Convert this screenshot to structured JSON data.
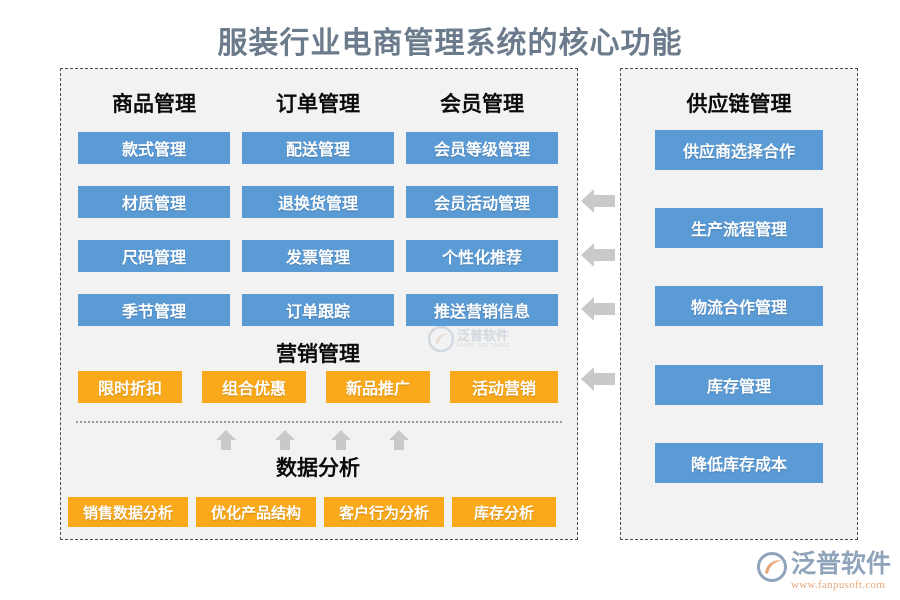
{
  "title": "服装行业电商管理系统的核心功能",
  "colors": {
    "title": "#6b7b8c",
    "blue": "#5b9bd5",
    "orange": "#f9a919",
    "panel_bg": "#f2f2f2",
    "panel_border": "#4d4d4d",
    "arrow": "#c9c9c9"
  },
  "left_panel": {
    "columns": [
      {
        "heading": "商品管理",
        "items": [
          "款式管理",
          "材质管理",
          "尺码管理",
          "季节管理"
        ]
      },
      {
        "heading": "订单管理",
        "items": [
          "配送管理",
          "退换货管理",
          "发票管理",
          "订单跟踪"
        ]
      },
      {
        "heading": "会员管理",
        "items": [
          "会员等级管理",
          "会员活动管理",
          "个性化推荐",
          "推送营销信息"
        ]
      }
    ],
    "marketing": {
      "heading": "营销管理",
      "items": [
        "限时折扣",
        "组合优惠",
        "新品推广",
        "活动营销"
      ]
    },
    "analysis": {
      "heading": "数据分析",
      "items": [
        "销售数据分析",
        "优化产品结构",
        "客户行为分析",
        "库存分析"
      ]
    }
  },
  "right_panel": {
    "heading": "供应链管理",
    "items": [
      "供应商选择合作",
      "生产流程管理",
      "物流合作管理",
      "库存管理",
      "降低库存成本"
    ]
  },
  "arrows": {
    "left_arrow_count": 4,
    "up_arrow_count": 4
  },
  "watermark": {
    "cn": "泛普软件",
    "en": "FANPU SOFTWARE"
  },
  "brand": {
    "name": "泛普软件",
    "url": "www.fanpusoft.com"
  }
}
